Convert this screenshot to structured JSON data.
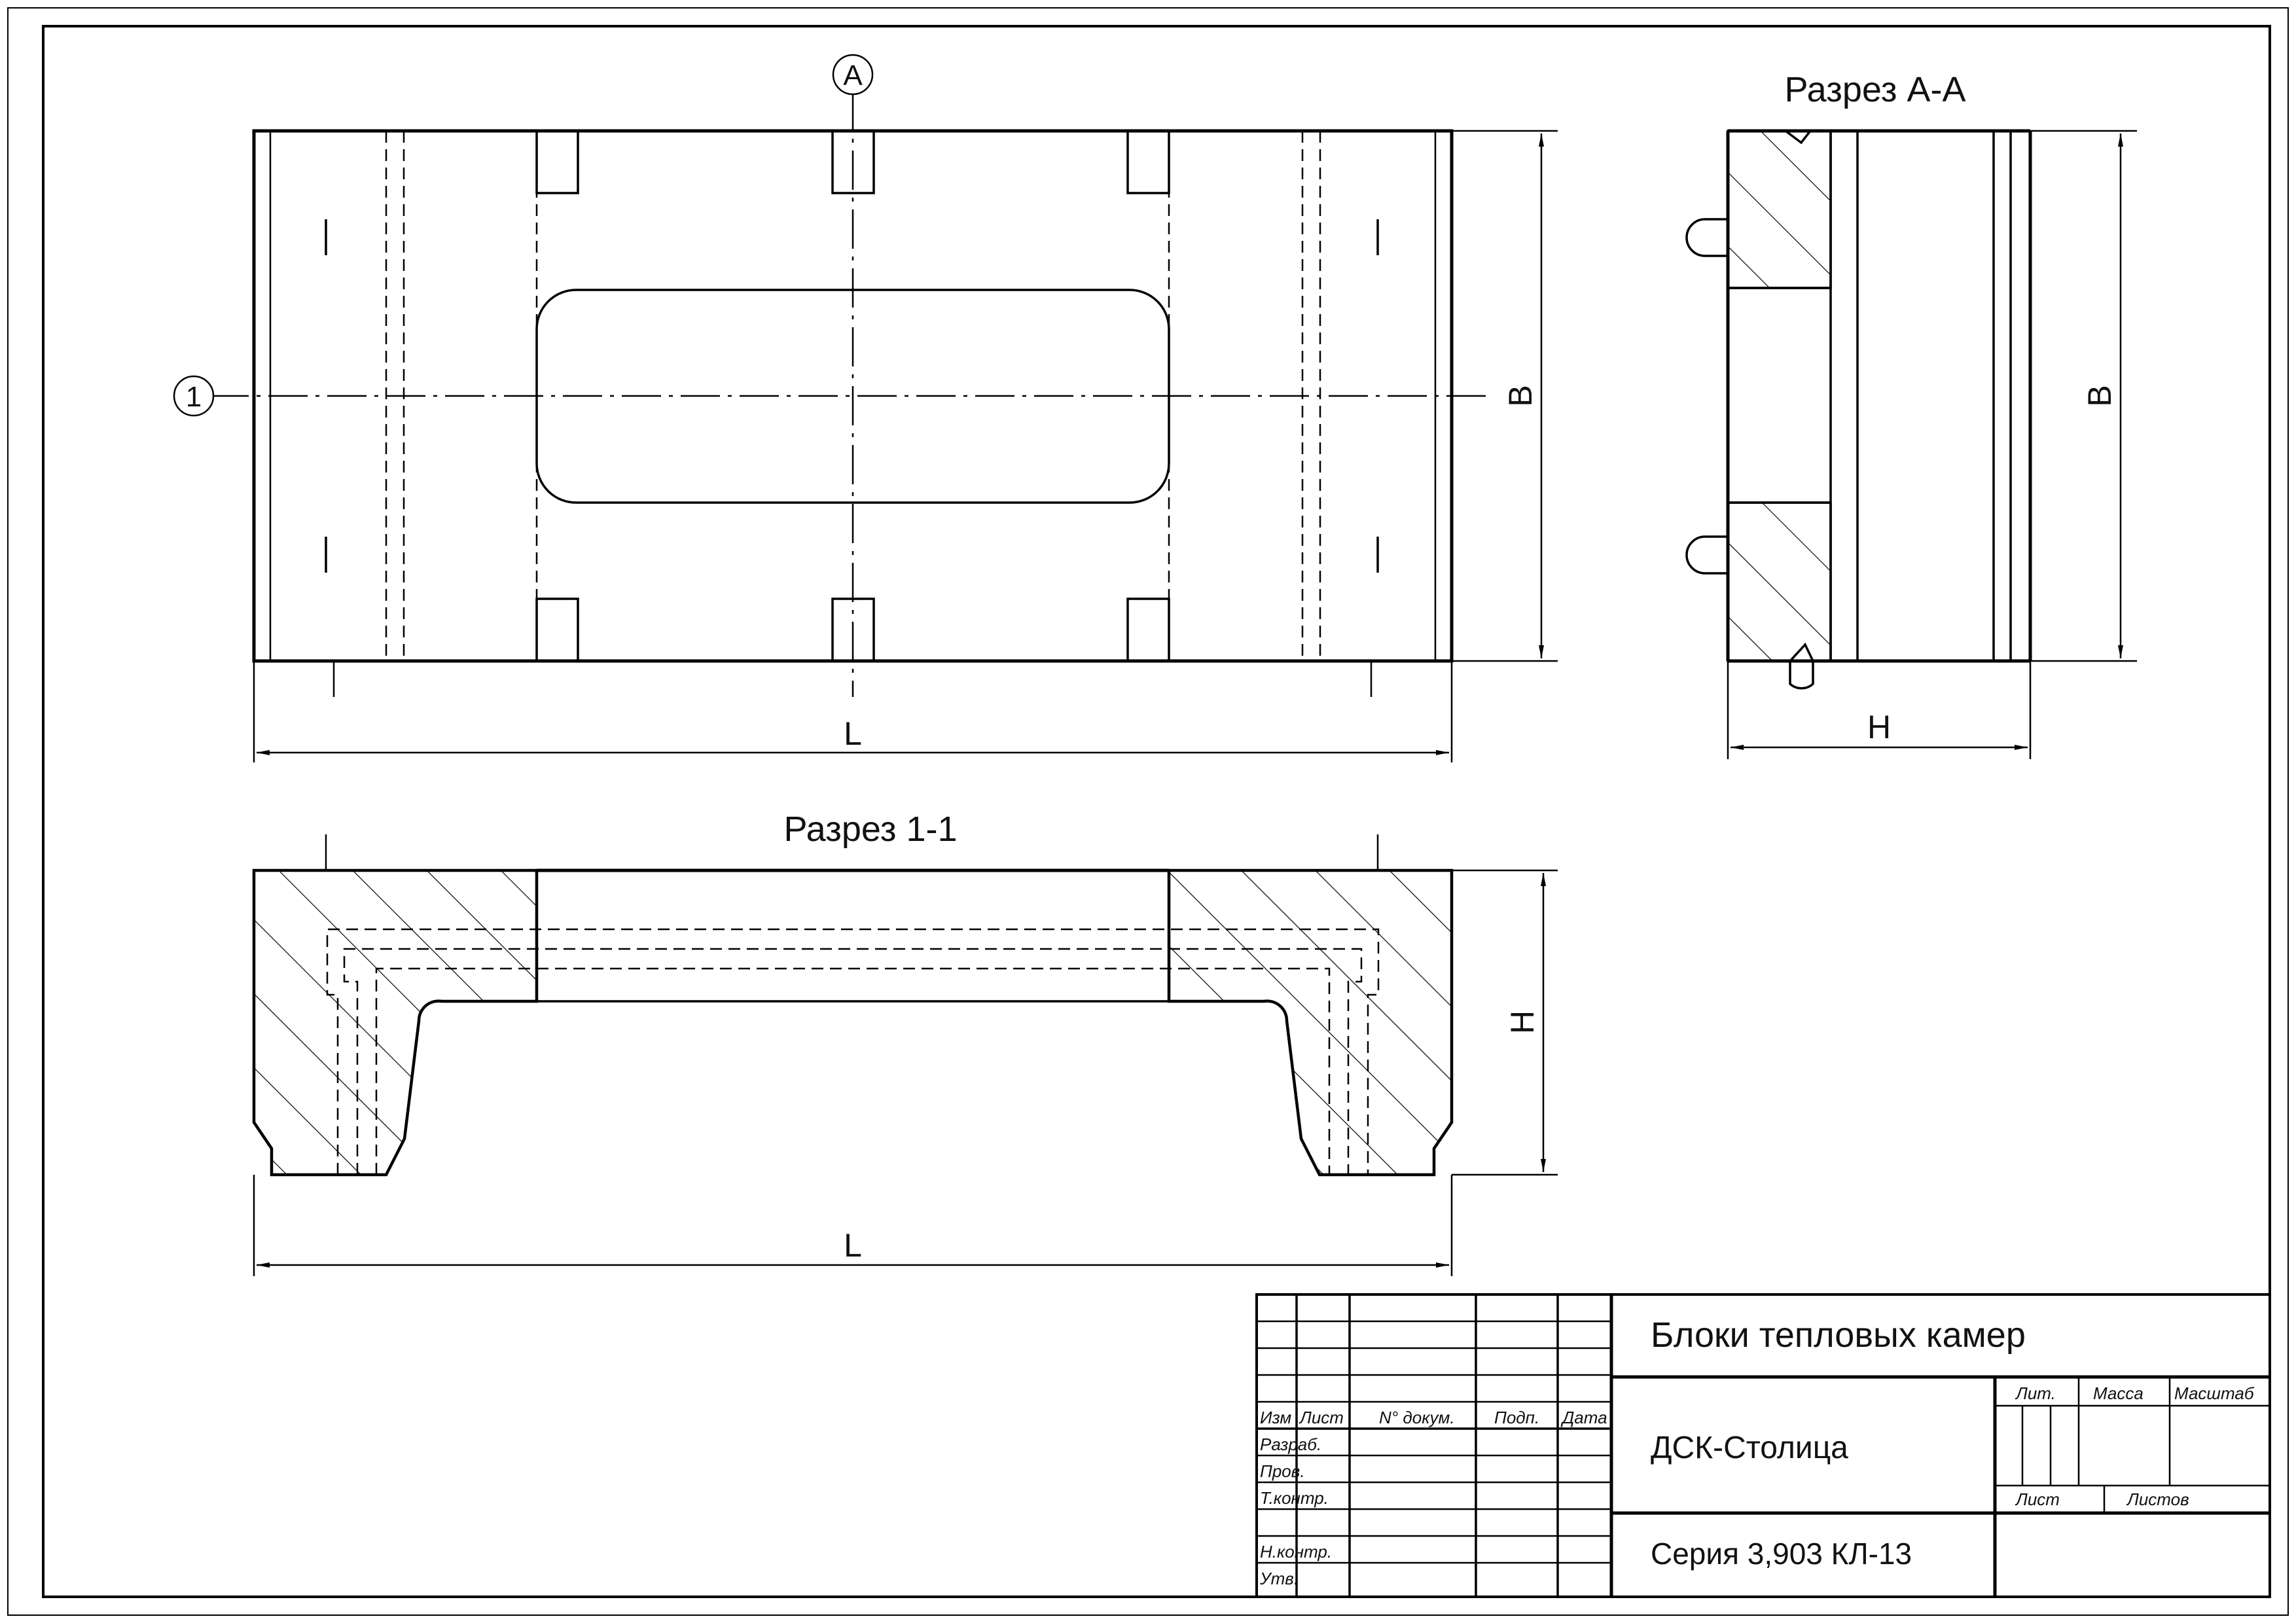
{
  "views": {
    "section_aa_title": "Разрез А-А",
    "section_11_title": "Разрез 1-1",
    "marker_a": "А",
    "marker_1": "1"
  },
  "dimensions": {
    "length": "L",
    "width": "B",
    "height": "H"
  },
  "title_block": {
    "name": "Блоки тепловых камер",
    "organization": "ДСК-Столица",
    "series": "Серия 3,903 КЛ-13",
    "labels": {
      "izm": "Изм",
      "list": "Лист",
      "dokum": "N° докум.",
      "podp": "Подп.",
      "data": "Дата",
      "razrab": "Разраб.",
      "prov": "Пров.",
      "tkontr": "Т.контр.",
      "nkontr": "Н.контр.",
      "utv": "Утв.",
      "lit": "Лит.",
      "massa": "Масса",
      "masshtab": "Масштаб",
      "list2": "Лист",
      "listov": "Листов"
    }
  }
}
